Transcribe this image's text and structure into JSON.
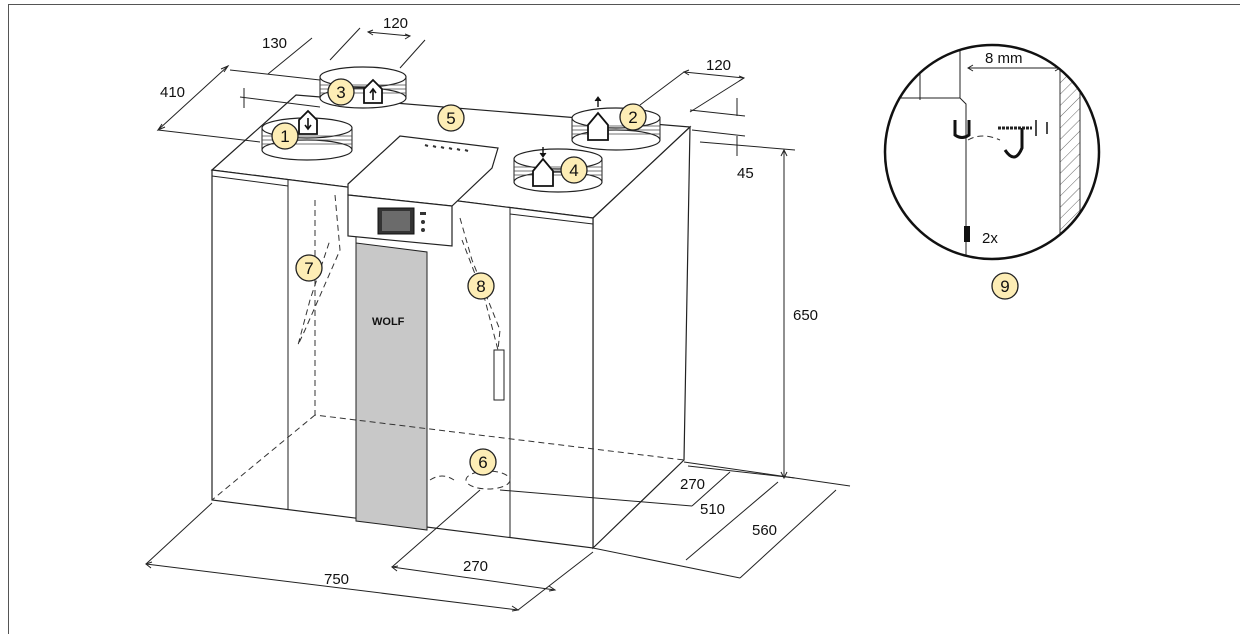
{
  "dimensions": {
    "d120_top": "120",
    "d130": "130",
    "d410": "410",
    "d120_right": "120",
    "d45": "45",
    "d650": "650",
    "d270_depth": "270",
    "d510": "510",
    "d560": "560",
    "d750": "750",
    "d270_width": "270"
  },
  "callouts": [
    "1",
    "2",
    "3",
    "4",
    "5",
    "6",
    "7",
    "8",
    "9"
  ],
  "detail": {
    "gap": "8 mm",
    "count": "2x"
  },
  "logo": "WOLF",
  "colors": {
    "callout_fill": "#fdedb5",
    "front_strip": "#c8c8c8",
    "display": "#333333"
  },
  "icons": [
    "house-arrow-up-icon",
    "house-arrow-down-icon",
    "wall-hatch",
    "mounting-hook-icon"
  ]
}
